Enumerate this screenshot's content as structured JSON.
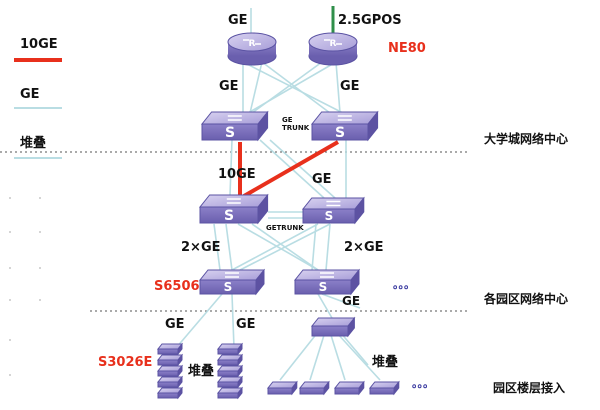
{
  "legend": {
    "tenge": "10GE",
    "ge": "GE",
    "stack": "堆叠"
  },
  "labels": {
    "top_ge": "GE",
    "gpos": "2.5GPOS",
    "ne80": "NE80",
    "core_ge_left": "GE",
    "core_ge_right": "GE",
    "ge_trunk_top_1": "GE",
    "ge_trunk_top_2": "TRUNK",
    "tenge_link": "10GE",
    "agg_ge": "GE",
    "ge_trunk_mid": "GETRUNK",
    "two_ge_left": "2×GE",
    "two_ge_right": "2×GE",
    "s6506": "S6506",
    "campus_ge": "GE",
    "access_ge_left": "GE",
    "access_ge_right": "GE",
    "s3026e": "S3026E",
    "stack_left": "堆叠",
    "stack_right": "堆叠",
    "ellipsis_mid": "。。。",
    "ellipsis_bottom": "。。。"
  },
  "zones": {
    "university_center": "大学城网络中心",
    "campus_center": "各园区网络中心",
    "building_access": "园区楼层接入"
  },
  "colors": {
    "tenge": "#e8301c",
    "ge": "#b9dde3",
    "device": "#9a8fcf",
    "device_dark": "#6f64b0",
    "red_text": "#e8301c"
  }
}
